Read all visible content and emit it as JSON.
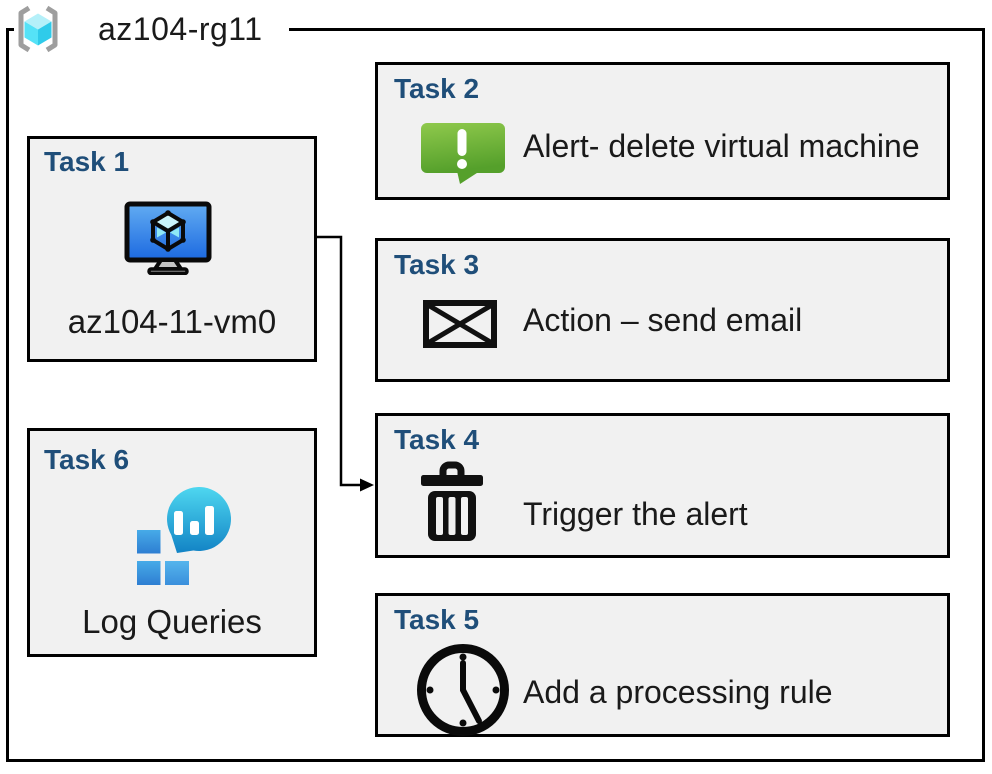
{
  "header": {
    "resource_group_name": "az104-rg11",
    "resource_group_icon": "resource-group-icon"
  },
  "tasks": [
    {
      "title": "Task 1",
      "caption": "az104-11-vm0",
      "icon": "virtual-machine-icon"
    },
    {
      "title": "Task 2",
      "caption": "Alert- delete virtual machine",
      "icon": "alert-message-icon"
    },
    {
      "title": "Task 3",
      "caption": "Action – send email",
      "icon": "email-envelope-icon"
    },
    {
      "title": "Task 4",
      "caption": "Trigger the alert",
      "icon": "trash-icon"
    },
    {
      "title": "Task 5",
      "caption": "Add a processing rule",
      "icon": "clock-icon"
    },
    {
      "title": "Task 6",
      "caption": "Log Queries",
      "icon": "log-queries-icon"
    }
  ],
  "connector": {
    "from": "Task 1",
    "to": "Task 4"
  },
  "colors": {
    "title_blue": "#1F4E79",
    "box_fill": "#F1F1F1",
    "border_black": "#000000",
    "alert_green_top": "#8FC94C",
    "alert_green_bottom": "#55A02B",
    "vm_screen_top": "#62ACF2",
    "vm_screen_bottom": "#1C69E0",
    "log_drop_top": "#4ED7F0",
    "log_drop_bottom": "#1283C5",
    "rg_cube_cyan": "#55E2F7",
    "bracket_gray": "#9E9E9E"
  }
}
